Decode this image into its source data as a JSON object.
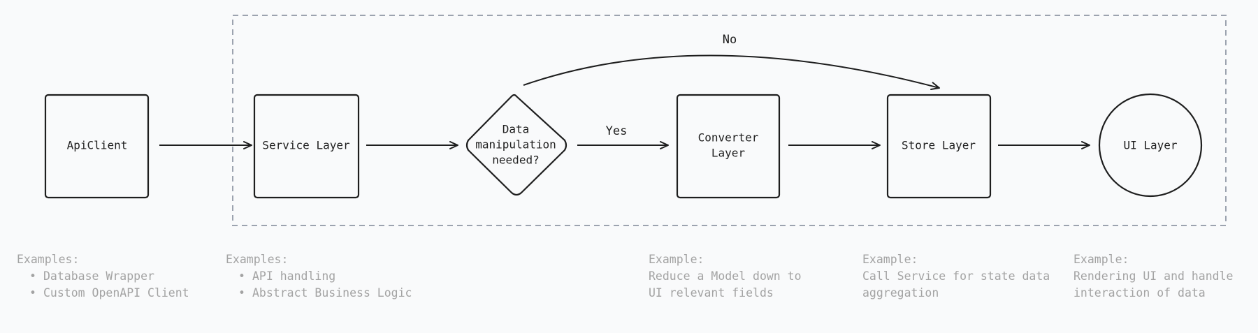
{
  "nodes": {
    "api_client": "ApiClient",
    "service_layer": "Service Layer",
    "decision": [
      "Data",
      "manipulation",
      "needed?"
    ],
    "converter_layer": [
      "Converter",
      "Layer"
    ],
    "store_layer": "Store Layer",
    "ui_layer": "UI Layer"
  },
  "edges": {
    "yes_label": "Yes",
    "no_label": "No"
  },
  "notes": {
    "api_client": {
      "heading": "Examples:",
      "items": [
        "Database Wrapper",
        "Custom OpenAPI Client"
      ]
    },
    "service_layer": {
      "heading": "Examples:",
      "items": [
        "API handling",
        "Abstract Business Logic"
      ]
    },
    "converter_layer": {
      "heading": "Example:",
      "lines": [
        "Reduce a Model down to",
        "UI relevant fields"
      ]
    },
    "store_layer": {
      "heading": "Example:",
      "lines": [
        "Call Service for state data",
        "aggregation"
      ]
    },
    "ui_layer": {
      "heading": "Example:",
      "lines": [
        "Rendering UI and handle",
        "interaction of data"
      ]
    }
  },
  "colors": {
    "stroke": "#1e1e1e",
    "boundary": "#9ca3af",
    "note_text": "#a3a3a3",
    "background": "#f9fafb"
  }
}
